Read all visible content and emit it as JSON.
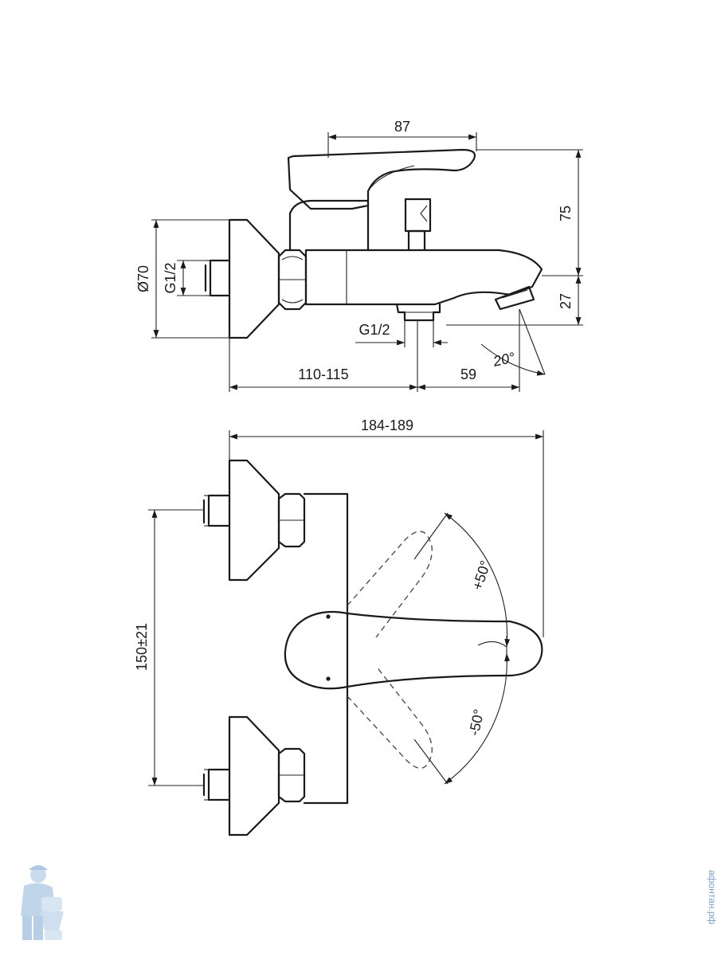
{
  "dimensions": {
    "handle_length": "87",
    "height_top": "75",
    "height_spout": "27",
    "diameter": "Ø70",
    "thread_inlet": "G1/2",
    "thread_outlet": "G1/2",
    "wall_to_outlet": "110-115",
    "outlet_to_spout": "59",
    "spout_angle": "20°",
    "overall_length": "184-189",
    "inlet_spacing": "150±21",
    "rotation_plus": "+50°",
    "rotation_minus": "-50°"
  },
  "watermark": {
    "site_text": "aфонтан.рф",
    "logo_icon": "plumber-mascot-icon"
  },
  "colors": {
    "line": "#1a1a1a",
    "watermark": "#7aa0c8"
  }
}
